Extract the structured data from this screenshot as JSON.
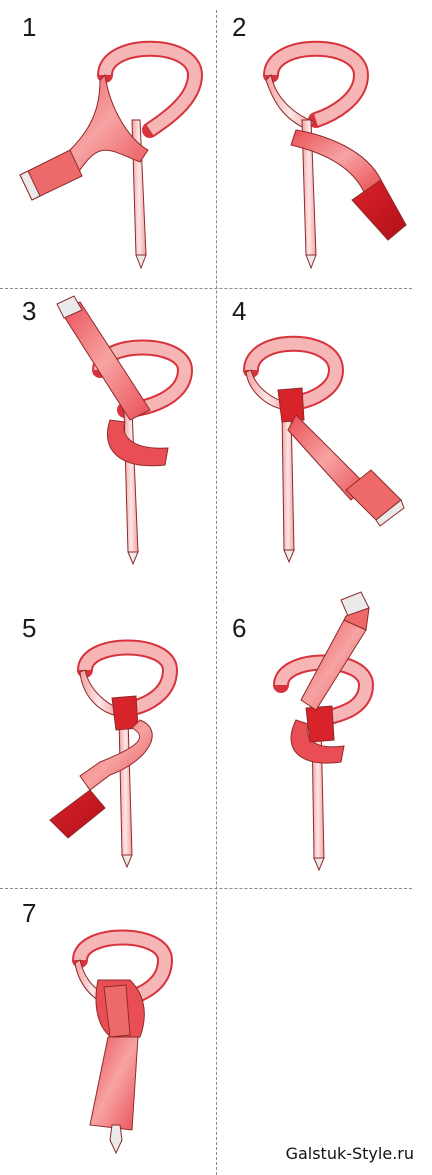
{
  "steps": [
    {
      "number": "1"
    },
    {
      "number": "2"
    },
    {
      "number": "3"
    },
    {
      "number": "4"
    },
    {
      "number": "5"
    },
    {
      "number": "6"
    },
    {
      "number": "7"
    }
  ],
  "credit": "Galstuk-Style.ru",
  "colors": {
    "tie_light": "#f5a6a6",
    "tie_mid": "#ee6a6a",
    "tie_dark": "#c3121c",
    "outline": "#8e2a2a",
    "tip_fill": "#eaeaea"
  }
}
